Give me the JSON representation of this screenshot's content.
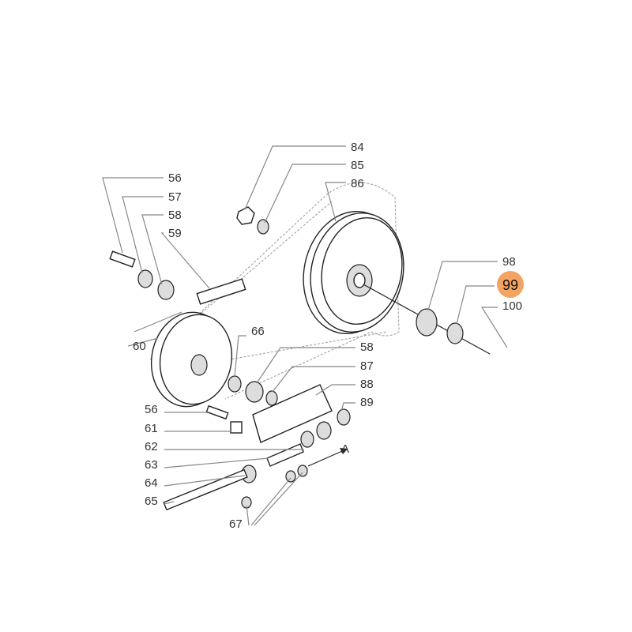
{
  "diagram": {
    "highlight_color": "#F4A462",
    "highlighted_part": "99",
    "labels": {
      "p84": "84",
      "p85": "85",
      "p86": "86",
      "p56a": "56",
      "p57": "57",
      "p58a": "58",
      "p59": "59",
      "p98": "98",
      "p99": "99",
      "p100": "100",
      "p60": "60",
      "p66": "66",
      "p58b": "58",
      "p87": "87",
      "p88": "88",
      "p89": "89",
      "p56b": "56",
      "p61": "61",
      "p62": "62",
      "p63": "63",
      "p64": "64",
      "p65": "65",
      "p67": "67",
      "arrowA": "A"
    }
  }
}
